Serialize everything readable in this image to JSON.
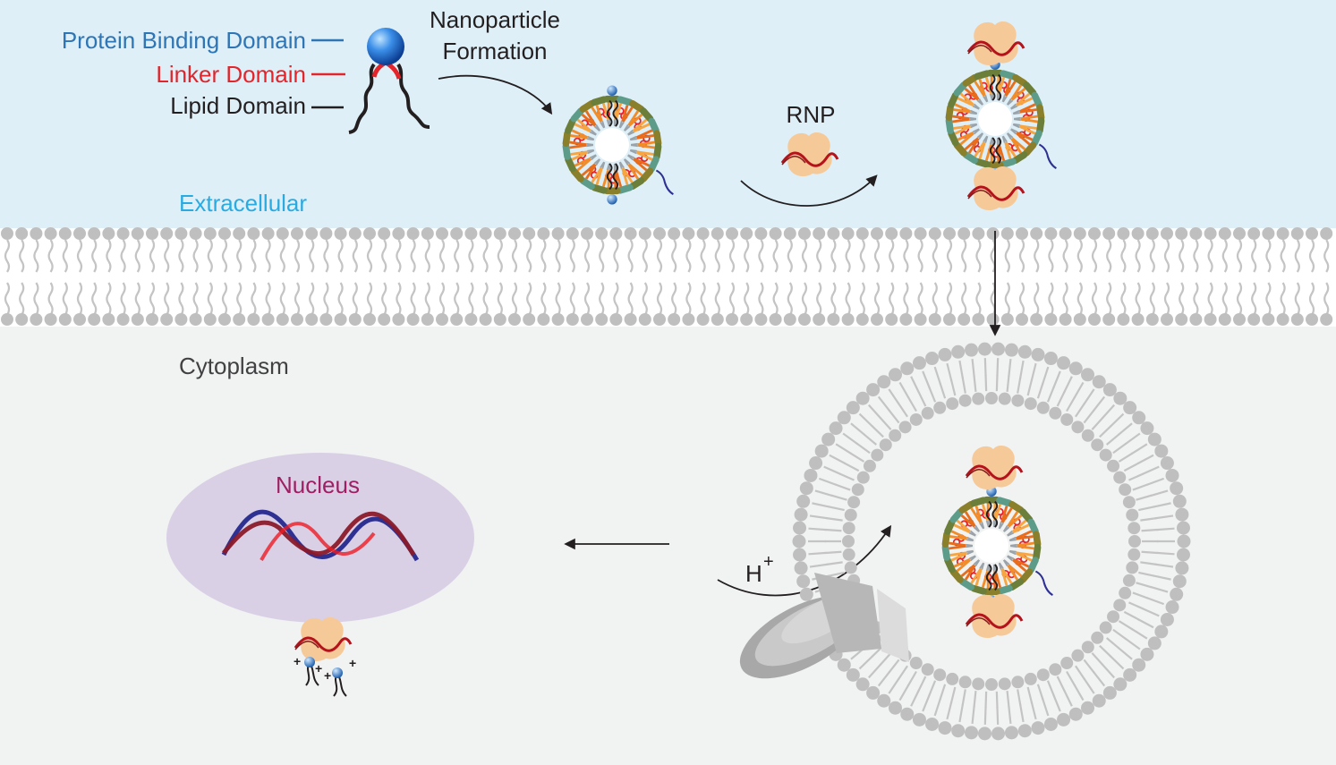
{
  "labels": {
    "protein_binding_domain": "Protein Binding Domain",
    "linker_domain": "Linker Domain",
    "lipid_domain": "Lipid Domain",
    "nanoparticle_formation_line1": "Nanoparticle",
    "nanoparticle_formation_line2": "Formation",
    "rnp": "RNP",
    "extracellular": "Extracellular",
    "cytoplasm": "Cytoplasm",
    "nucleus": "Nucleus",
    "proton": "H",
    "proton_charge": "+"
  },
  "colors": {
    "extracellular_bg": "#deeff7",
    "cytoplasm_bg": "#f1f2f2",
    "membrane_head": "#bfbfbf",
    "membrane_tail": "#c4c4c4",
    "protein_binding_domain": "#2e75b6",
    "linker_domain": "#e3242b",
    "lipid_domain": "#231f20",
    "extracellular_text": "#29abe2",
    "cytoplasm_text": "#414042",
    "nucleus_fill": "#d9d0e6",
    "nucleus_text": "#9e1f63",
    "dna_strand_a": "#8b1a2b",
    "dna_strand_b": "#2e3192",
    "rnp_protein": "#f6c998",
    "rnp_rna": "#b5121b"
  }
}
